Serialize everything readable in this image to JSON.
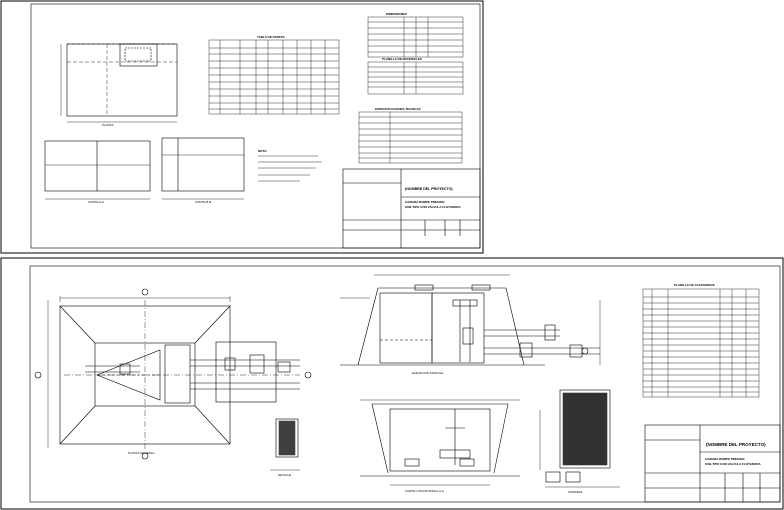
{
  "sheet1": {
    "project_name": "(NOMBRE DEL PROYECTO)",
    "subtitle_1": "CAMARA ROMPE PRESION",
    "subtitle_2": "SUB-TIPO CON VALVULA FLOTADORA",
    "table_header": "TABLA DE PARTES",
    "table_header_2": "DIMENSIONES",
    "table_header_3": "PLANILLA DE MATERIALES",
    "table_header_4": "ESPECIFICACIONES TECNICAS",
    "plan_label": "PLANTA",
    "plan_label_2": "CORTE A-A",
    "plan_label_3": "CORTE B-B",
    "notes_label": "NOTA:"
  },
  "sheet2": {
    "project_name": "(NOMBRE DEL PROYECTO)",
    "subtitle_1": "CAMARA ROMPE PRESION",
    "subtitle_2": "SUB-TIPO CON VALVULA FLOTADORA",
    "table_title": "PLANILLA DE ACCESORIOS",
    "view_plan": "PLANTA GENERAL",
    "view_elev": "ELEVACION FRONTAL",
    "view_section": "CORTE LONGITUDINAL A-A",
    "detail_label": "DETALLE",
    "dim_label": "VARIABLE"
  }
}
